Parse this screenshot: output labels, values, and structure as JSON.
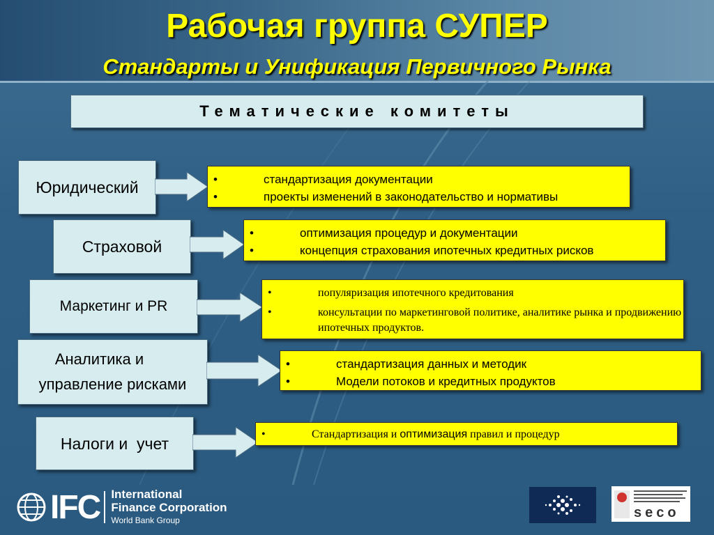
{
  "slide": {
    "title": "Рабочая группа СУПЕР",
    "subtitle": "Стандарты и Унификация Первичного Рынка",
    "committees_header": "Тематические комитеты"
  },
  "committees": [
    {
      "name": "Юридический",
      "items": [
        "стандартизация документации",
        "проекты изменений в законодательство и нормативы"
      ]
    },
    {
      "name": "Страховой",
      "items": [
        "оптимизация процедур и документации",
        "концепция страхования ипотечных кредитных рисков"
      ]
    },
    {
      "name": "Маркетинг и PR",
      "items": [
        "популяризация ипотечного кредитования",
        "консультации по маркетинговой политике, аналитике рынка и продвижению ипотечных продуктов."
      ]
    },
    {
      "name_line1": "Аналитика и",
      "name_line2": "управление рисками",
      "items": [
        "стандартизация данных и методик",
        "Модели потоков и кредитных продуктов"
      ]
    },
    {
      "name": "Налоги и  учет",
      "item_part1": "Стандартизация и ",
      "item_part2": "оптимизация",
      "item_part3": " правил и процедур"
    }
  ],
  "bullet": "•",
  "footer": {
    "ifc_abbrev": "IFC",
    "ifc_line1": "International",
    "ifc_line2": "Finance Corporation",
    "ifc_line3": "World Bank Group",
    "seco_logo_text": "seco"
  }
}
